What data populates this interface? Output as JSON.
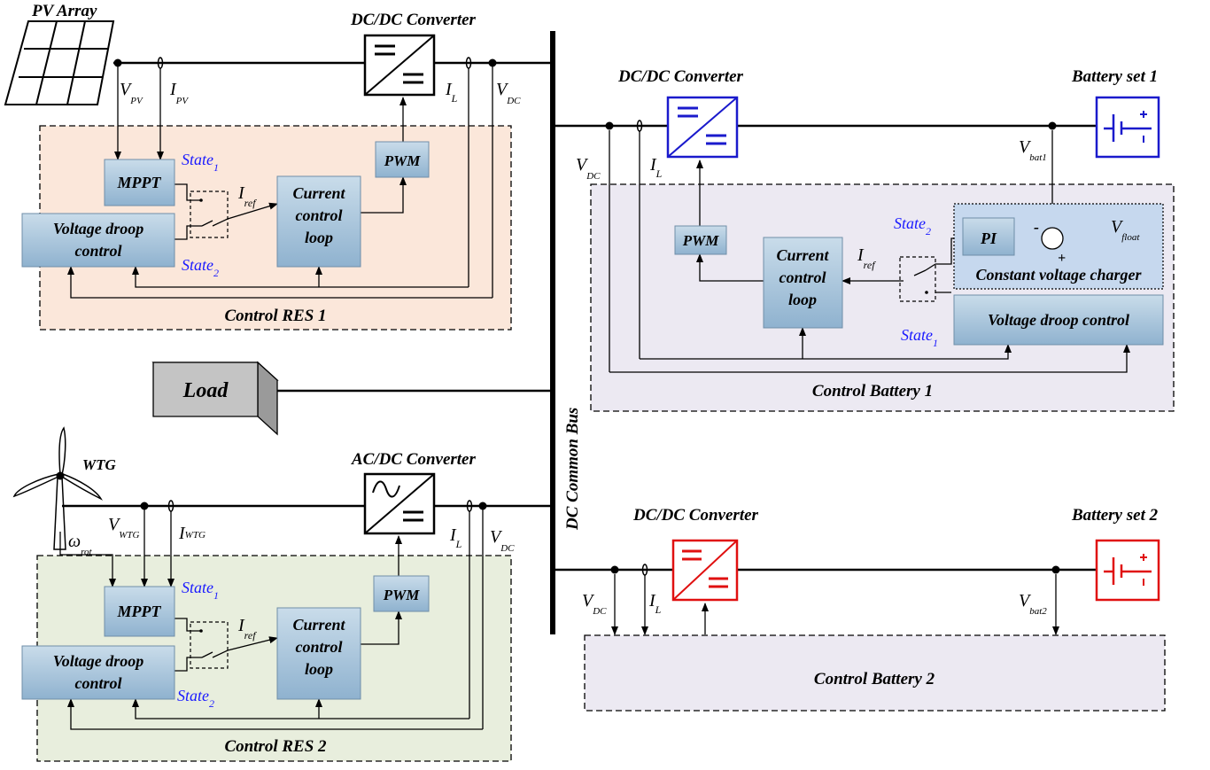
{
  "colors": {
    "res1_panel": "#fbe7da",
    "res2_panel": "#e8eedd",
    "battery_panel": "#ece9f2",
    "block_fill": "#a9c7dd",
    "state_label": "#1a1aff",
    "battery1_color": "#1a1acc",
    "battery2_color": "#e01010"
  },
  "labels": {
    "pv_array": "PV Array",
    "wtg": "WTG",
    "load": "Load",
    "dc_bus": "DC Common Bus",
    "dcdc_converter": "DC/DC Converter",
    "acdc_converter": "AC/DC Converter",
    "battery_set_1": "Battery set 1",
    "battery_set_2": "Battery set 2",
    "control_res_1": "Control RES 1",
    "control_res_2": "Control RES 2",
    "control_battery_1": "Control Battery 1",
    "control_battery_2": "Control Battery 2"
  },
  "blocks": {
    "mppt": "MPPT",
    "voltage_droop_line1": "Voltage droop",
    "voltage_droop_line2": "control",
    "current_control_line1": "Current",
    "current_control_line2": "control",
    "current_control_line3": "loop",
    "pwm": "PWM",
    "pi": "PI",
    "constant_voltage_charger": "Constant voltage charger",
    "voltage_droop_control": "Voltage droop control"
  },
  "signals": {
    "V": "V",
    "I": "I",
    "omega": "ω",
    "pv_sub": "PV",
    "wtg_sub": "WTG",
    "dc_sub": "DC",
    "l_sub": "L",
    "ref_sub": "ref",
    "rot_sub": "rot",
    "bat1_sub": "bat1",
    "bat2_sub": "bat2",
    "float_sub": "float",
    "state": "State",
    "state_1_sub": "1",
    "state_2_sub": "2",
    "minus": "-",
    "plus": "+"
  }
}
